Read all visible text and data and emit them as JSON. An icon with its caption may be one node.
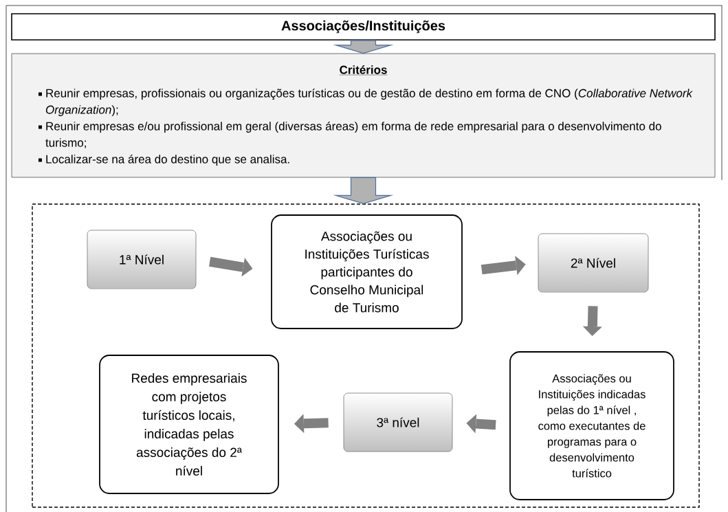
{
  "diagram": {
    "nodes": [
      {
        "text": [
          "Associações/Instituições"
        ]
      },
      {
        "text": [
          "Critérios",
          "Reunir empresas, profissionais ou organizações turísticas ou de gestão de destino em forma de CNO (*Collaborative Network Organization*);",
          "Reunir empresas e/ou profissional em geral (diversas áreas) em forma de rede empresarial para o desenvolvimento do turismo;",
          "Localizar-se na área do destino que se analisa."
        ]
      },
      {
        "text": [],
        "shape": "box"
      },
      {
        "text": [
          "1ª Nível"
        ],
        "in": 2
      },
      {
        "text": [
          "Associações ou Instituições Turísticas participantes do Conselho Municipal de Turismo"
        ],
        "in": 2
      },
      {
        "text": [
          "2ª Nível"
        ],
        "in": 2
      },
      {
        "text": [
          "Associações ou Instituições indicadas pelas do 1ª nível , como executantes de programas para o desenvolvimento turístico"
        ],
        "in": 2
      },
      {
        "text": [
          "3ª nível"
        ],
        "in": 2
      },
      {
        "text": [
          "Redes empresariais com projetos turísticos locais, indicadas pelas associações do 2ª nível"
        ],
        "in": 2
      }
    ],
    "edges": [
      {
        "from": 0,
        "to": 1,
        "arrow": "to",
        "style": "thick"
      },
      {
        "from": 1,
        "to": 2,
        "arrow": "to",
        "style": "thick"
      },
      {
        "from": 3,
        "to": 4,
        "arrow": "to"
      },
      {
        "from": 4,
        "to": 5,
        "arrow": "to"
      },
      {
        "from": 5,
        "to": 6,
        "arrow": "to"
      },
      {
        "from": 6,
        "to": 7,
        "arrow": "to"
      },
      {
        "from": 7,
        "to": 8,
        "arrow": "to"
      }
    ]
  }
}
